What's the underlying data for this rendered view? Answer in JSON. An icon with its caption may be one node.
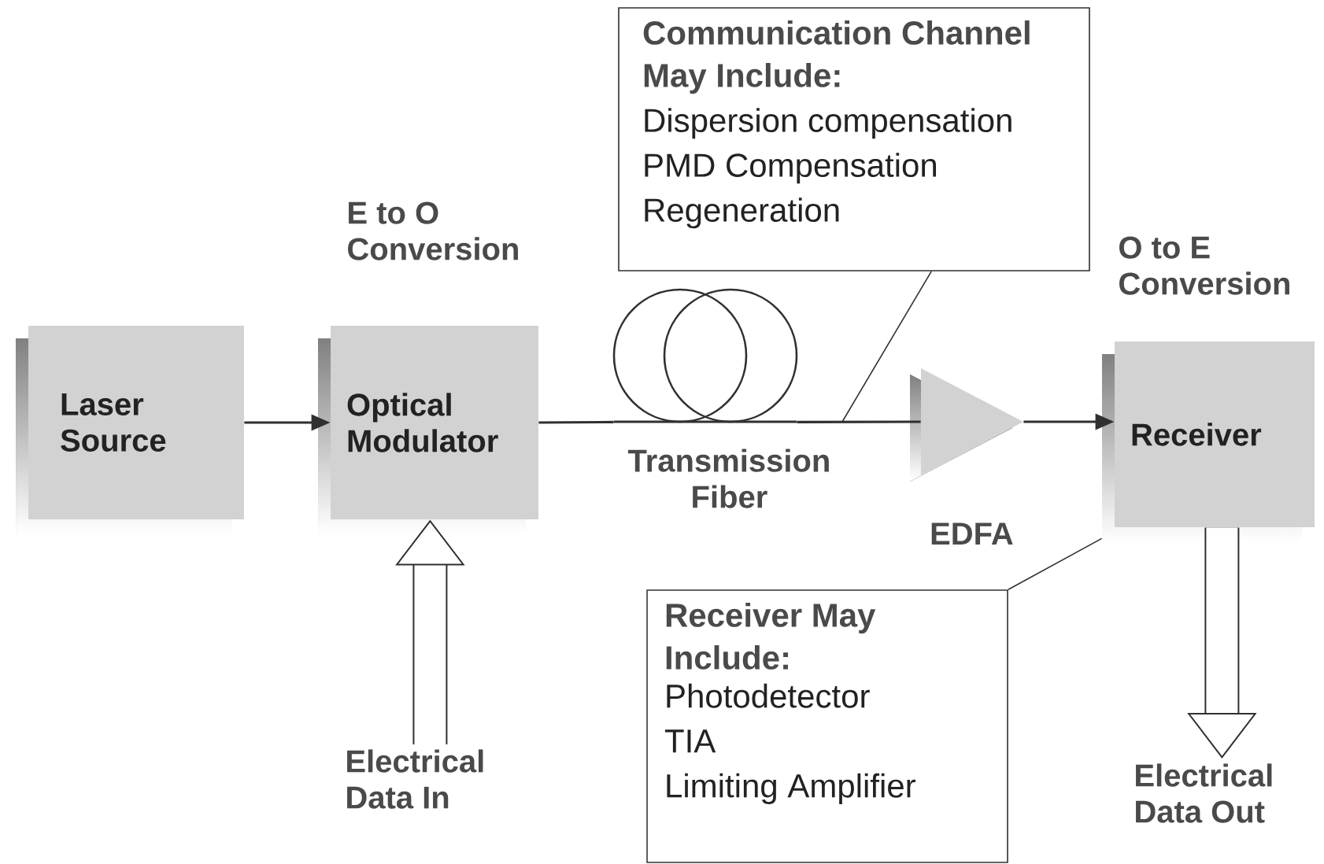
{
  "diagram": {
    "nodes": [
      {
        "text": [
          "Laser Source"
        ]
      },
      {
        "text": [
          "Optical Modulator"
        ],
        "beside": [
          "E to O Conversion"
        ]
      },
      {
        "text": [],
        "shape": "picture",
        "beside": [
          "Transmission Fiber"
        ]
      },
      {
        "text": [],
        "shape": "triangle",
        "beside": [
          "EDFA"
        ]
      },
      {
        "text": [
          "Receiver"
        ],
        "beside": [
          "O to E Conversion"
        ]
      },
      {
        "text": [
          "Communication Channel May Include:",
          "Dispersion compensation",
          "PMD Compensation",
          "Regeneration"
        ]
      },
      {
        "text": [
          "Receiver May Include:",
          "Photodetector",
          "TIA",
          "Limiting Amplifier"
        ]
      },
      {
        "text": [
          "Electrical Data In"
        ]
      },
      {
        "text": [
          "Electrical Data Out"
        ]
      }
    ],
    "edges": [
      {
        "from": 0,
        "to": 1,
        "arrow": "to"
      },
      {
        "from": 1,
        "to": 2,
        "arrow": "none"
      },
      {
        "from": 2,
        "to": 3,
        "arrow": "none"
      },
      {
        "from": 3,
        "to": 4,
        "arrow": "to"
      },
      {
        "from": 5,
        "to": null,
        "arrow": "none"
      },
      {
        "from": 6,
        "to": 4,
        "arrow": "none"
      },
      {
        "from": 7,
        "to": 1,
        "arrow": "to",
        "style": "thick"
      },
      {
        "from": 4,
        "to": 8,
        "arrow": "to",
        "style": "thick"
      }
    ]
  }
}
